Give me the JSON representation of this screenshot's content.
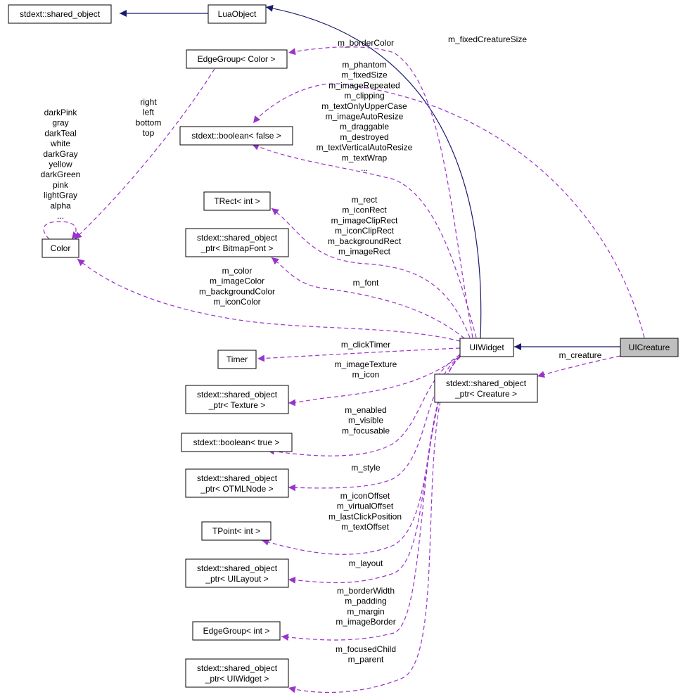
{
  "nodes": {
    "shared_object": "stdext::shared_object",
    "lua_object": "LuaObject",
    "edge_group_color": "EdgeGroup< Color >",
    "boolean_false": "stdext::boolean< false >",
    "trect_int": "TRect< int >",
    "shared_ptr_bitmapfont": [
      "stdext::shared_object",
      "_ptr< BitmapFont >"
    ],
    "color": "Color",
    "timer": "Timer",
    "shared_ptr_texture": [
      "stdext::shared_object",
      "_ptr< Texture >"
    ],
    "boolean_true": "stdext::boolean< true >",
    "shared_ptr_otmlnode": [
      "stdext::shared_object",
      "_ptr< OTMLNode >"
    ],
    "tpoint_int": "TPoint< int >",
    "shared_ptr_uilayout": [
      "stdext::shared_object",
      "_ptr< UILayout >"
    ],
    "edge_group_int": "EdgeGroup< int >",
    "shared_ptr_uiwidget": [
      "stdext::shared_object",
      "_ptr< UIWidget >"
    ],
    "uiwidget": "UIWidget",
    "uicreature": "UICreature",
    "shared_ptr_creature": [
      "stdext::shared_object",
      "_ptr< Creature >"
    ]
  },
  "edge_labels": {
    "fixed_creature_size": [
      "m_fixedCreatureSize"
    ],
    "border_color": [
      "m_borderColor"
    ],
    "booleans_false": [
      "m_phantom",
      "m_fixedSize",
      "m_imageRepeated",
      "m_clipping",
      "m_textOnlyUpperCase",
      "m_imageAutoResize",
      "m_draggable",
      "m_destroyed",
      "m_textVerticalAutoResize",
      "m_textWrap",
      "..."
    ],
    "edge_group_color_fields": [
      "right",
      "left",
      "bottom",
      "top"
    ],
    "color_self": [
      "darkPink",
      "gray",
      "darkTeal",
      "white",
      "darkGray",
      "yellow",
      "darkGreen",
      "pink",
      "lightGray",
      "alpha",
      "..."
    ],
    "rects": [
      "m_rect",
      "m_iconRect",
      "m_imageClipRect",
      "m_iconClipRect",
      "m_backgroundRect",
      "m_imageRect"
    ],
    "colors": [
      "m_color",
      "m_imageColor",
      "m_backgroundColor",
      "m_iconColor"
    ],
    "font": [
      "m_font"
    ],
    "click_timer": [
      "m_clickTimer"
    ],
    "textures": [
      "m_imageTexture",
      "m_icon"
    ],
    "booleans_true": [
      "m_enabled",
      "m_visible",
      "m_focusable"
    ],
    "style": [
      "m_style"
    ],
    "points": [
      "m_iconOffset",
      "m_virtualOffset",
      "m_lastClickPosition",
      "m_textOffset"
    ],
    "layout": [
      "m_layout"
    ],
    "edge_group_int_fields": [
      "m_borderWidth",
      "m_padding",
      "m_margin",
      "m_imageBorder"
    ],
    "widgets": [
      "m_focusedChild",
      "m_parent"
    ],
    "creature": [
      "m_creature"
    ]
  },
  "colors": {
    "inheritance": "#191970",
    "usage": "#9a32cd",
    "highlight_fill": "#bfbfbf"
  }
}
